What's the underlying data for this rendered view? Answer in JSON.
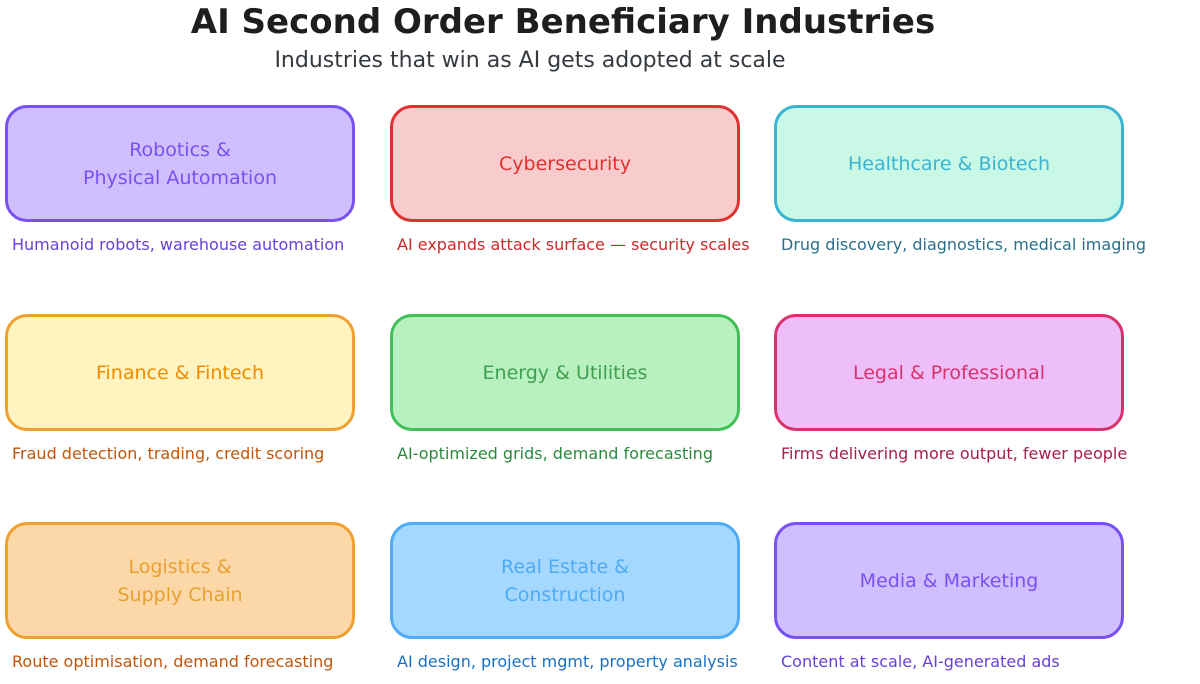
{
  "title": "AI Second Order Beneficiary Industries",
  "subtitle": "Industries that win as AI gets adopted at scale",
  "cards": [
    {
      "label": "Robotics &\nPhysical Automation",
      "caption": "Humanoid robots, warehouse automation",
      "fill": "#d0bfff",
      "stroke": "#7950f2",
      "text": "#7950f2",
      "caption_color": "#6741d9"
    },
    {
      "label": "Cybersecurity",
      "caption": "AI expands attack surface — security scales",
      "fill": "#f8cccc",
      "stroke": "#e03131",
      "text": "#e03131",
      "caption_color": "#c92a2a"
    },
    {
      "label": "Healthcare & Biotech",
      "caption": "Drug discovery, diagnostics, medical imaging",
      "fill": "#c9f8e6",
      "stroke": "#3bb4d0",
      "text": "#3bb4d0",
      "caption_color": "#2b6f8a"
    },
    {
      "label": "Finance & Fintech",
      "caption": "Fraud detection, trading, credit scoring",
      "fill": "#fff3bf",
      "stroke": "#f0a030",
      "text": "#f08c00",
      "caption_color": "#c0560c"
    },
    {
      "label": "Energy & Utilities",
      "caption": "AI-optimized grids, demand forecasting",
      "fill": "#b9f0bf",
      "stroke": "#40c057",
      "text": "#40a050",
      "caption_color": "#2b8a3e"
    },
    {
      "label": "Legal & Professional",
      "caption": "Firms delivering more output, fewer people",
      "fill": "#eebefa",
      "stroke": "#d6336c",
      "text": "#d6336c",
      "caption_color": "#a61e4d"
    },
    {
      "label": "Logistics &\nSupply Chain",
      "caption": "Route optimisation, demand forecasting",
      "fill": "#fcd8a8",
      "stroke": "#f0a030",
      "text": "#e8a030",
      "caption_color": "#c0560c"
    },
    {
      "label": "Real Estate &\nConstruction",
      "caption": "AI design, project mgmt, property analysis",
      "fill": "#a5d8ff",
      "stroke": "#4dabf7",
      "text": "#4dabf7",
      "caption_color": "#1971c2"
    },
    {
      "label": "Media & Marketing",
      "caption": "Content at scale, AI-generated ads",
      "fill": "#d0bfff",
      "stroke": "#7950f2",
      "text": "#7950f2",
      "caption_color": "#6741d9"
    }
  ]
}
